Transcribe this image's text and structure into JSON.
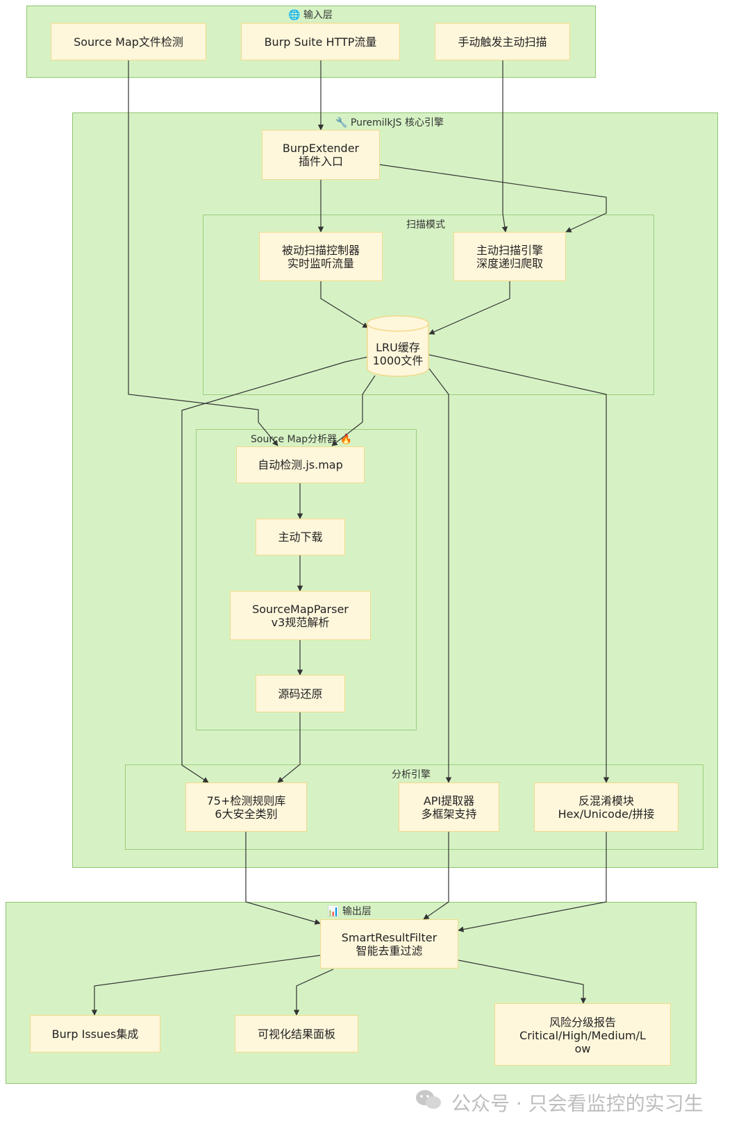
{
  "groups": {
    "input": "🌐 输入层",
    "core": "🔧 PuremilkJS 核心引擎",
    "scan": "扫描模式",
    "sourcemap": "Source Map分析器 🔥",
    "analysis": "分析引擎",
    "output": "📊 输出层"
  },
  "nodes": {
    "sourcemap_detect": [
      "Source Map文件检测"
    ],
    "burp_http": [
      "Burp Suite HTTP流量"
    ],
    "manual_scan": [
      "手动触发主动扫描"
    ],
    "burp_extender": [
      "BurpExtender",
      "插件入口"
    ],
    "passive_scan": [
      "被动扫描控制器",
      "实时监听流量"
    ],
    "active_scan": [
      "主动扫描引擎",
      "深度递归爬取"
    ],
    "lru_cache": [
      "LRU缓存",
      "1000文件"
    ],
    "auto_detect": [
      "自动检测.js.map"
    ],
    "download": [
      "主动下载"
    ],
    "parser": [
      "SourceMapParser",
      "v3规范解析"
    ],
    "restore": [
      "源码还原"
    ],
    "rules": [
      "75+检测规则库",
      "6大安全类别"
    ],
    "api_extractor": [
      "API提取器",
      "多框架支持"
    ],
    "deobfuscate": [
      "反混淆模块",
      "Hex/Unicode/拼接"
    ],
    "smart_filter": [
      "SmartResultFilter",
      "智能去重过滤"
    ],
    "burp_issues": [
      "Burp Issues集成"
    ],
    "dashboard": [
      "可视化结果面板"
    ],
    "risk_report": [
      "风险分级报告",
      "Critical/High/Medium/L",
      "ow"
    ]
  },
  "watermark": "公众号 · 只会看监控的实习生"
}
